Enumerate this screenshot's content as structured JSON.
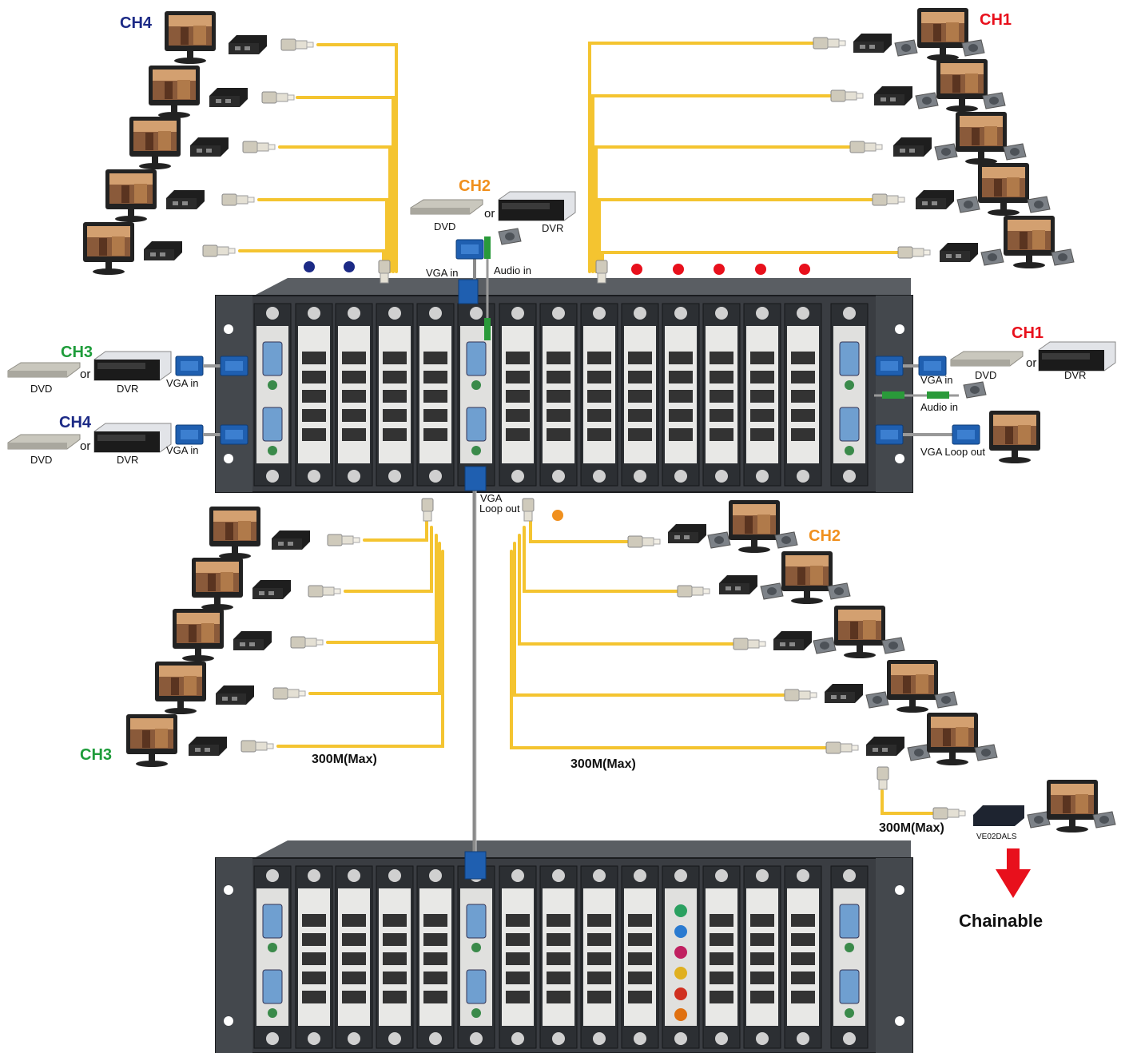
{
  "colors": {
    "ch1": "#e8101c",
    "ch2": "#f0901e",
    "ch3": "#1e9c3a",
    "ch4": "#1c2a86",
    "cable": "#f4c430",
    "rack": "#3a3d42",
    "vga": "#1f5fb0",
    "arrow": "#e8101c"
  },
  "labels": {
    "ch4_top": "CH4",
    "ch1_top": "CH1",
    "ch2_top": "CH2",
    "ch1_right": "CH1",
    "ch3_left": "CH3",
    "ch4_left": "CH4",
    "ch2_bottom": "CH2",
    "ch3_bottom": "CH3",
    "dvd": "DVD",
    "dvr": "DVR",
    "or": "or",
    "vga_in": "VGA in",
    "audio_in": "Audio in",
    "vga_loop_out": "VGA Loop out",
    "vga_loop": "VGA",
    "loop_out": "Loop out",
    "dist_left": "300M(Max)",
    "dist_right": "300M(Max)",
    "dist_chain": "300M(Max)",
    "model": "VE02DALS",
    "chainable": "Chainable"
  },
  "icons": [
    "monitor-icon",
    "receiver-icon",
    "rj45-plug-icon",
    "speaker-icon",
    "dvd-player-icon",
    "dvr-icon",
    "vga-connector-icon",
    "audio-jack-icon",
    "arrow-down-icon"
  ]
}
